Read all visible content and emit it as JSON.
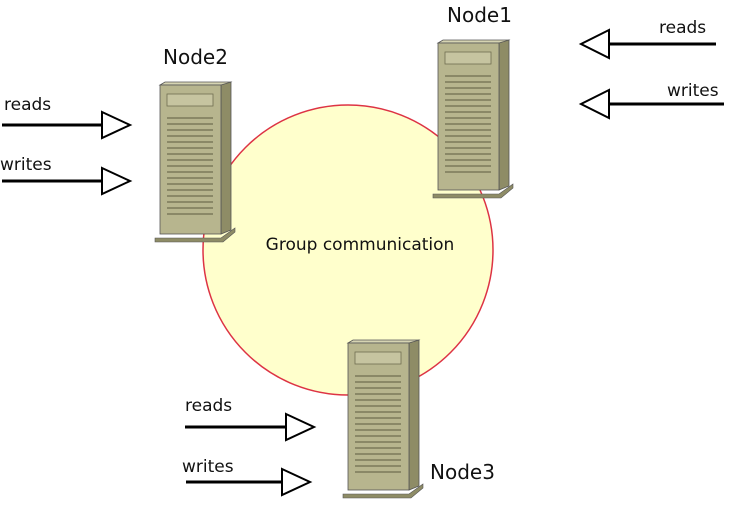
{
  "diagram": {
    "center_label": "Group communication",
    "nodes": [
      {
        "name": "Node1"
      },
      {
        "name": "Node2"
      },
      {
        "name": "Node3"
      }
    ],
    "io": {
      "reads": "reads",
      "writes": "writes"
    },
    "colors": {
      "ring_fill": "#ffffcc",
      "ring_stroke": "#dd3344",
      "server_body": "#b7b58e",
      "server_dark": "#8e8c66",
      "server_light": "#d6d4b2",
      "arrow": "#000000"
    }
  }
}
